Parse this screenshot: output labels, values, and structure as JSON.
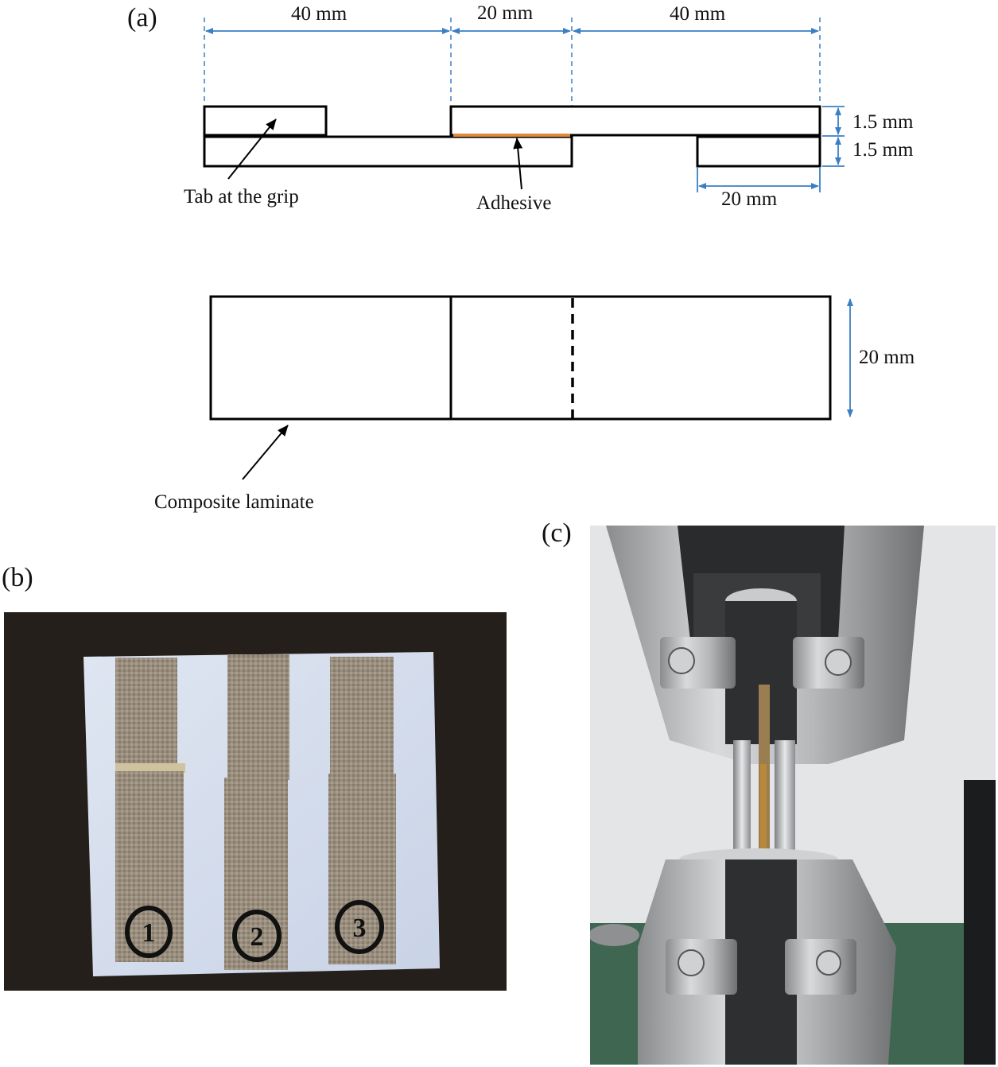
{
  "panel_a": {
    "label": "(a)",
    "side_view": {
      "dim_left": "40 mm",
      "dim_mid": "20 mm",
      "dim_right": "40 mm",
      "thickness_top": "1.5 mm",
      "thickness_bottom": "1.5 mm",
      "tab_length": "20 mm",
      "tab_label": "Tab at the grip",
      "adhesive_label": "Adhesive"
    },
    "top_view": {
      "width": "20 mm",
      "laminate_label": "Composite laminate"
    },
    "colors": {
      "dimension": "#3a7fc4",
      "adhesive": "#e08a3c",
      "outline": "#000000"
    }
  },
  "panel_b": {
    "label": "(b)",
    "specimen_numbers": [
      "1",
      "2",
      "3"
    ]
  },
  "panel_c": {
    "label": "(c)"
  }
}
